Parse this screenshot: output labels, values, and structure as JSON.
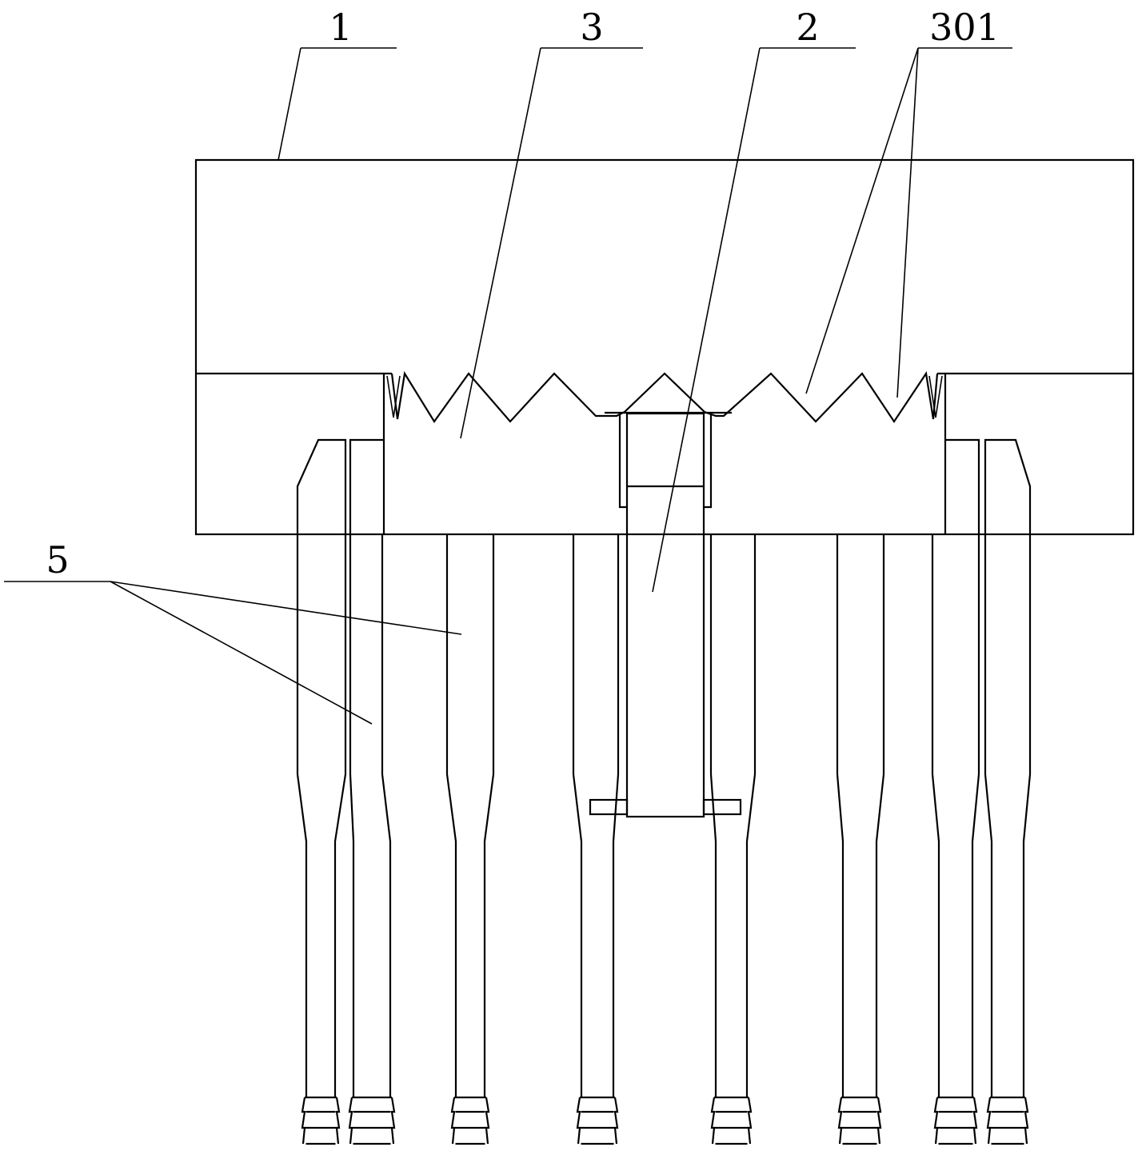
{
  "labels": {
    "housing": "1",
    "center_post": "2",
    "toothed_block": "3",
    "teeth": "301",
    "legs": "5"
  },
  "colors": {
    "line": "#000000",
    "background": "#ffffff"
  }
}
